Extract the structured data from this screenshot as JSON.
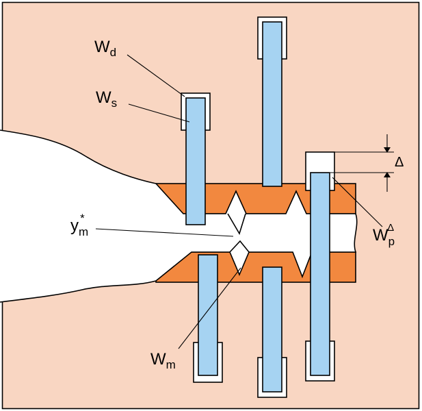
{
  "figure": {
    "labels": {
      "wd": {
        "main": "W",
        "sub": "d"
      },
      "ws": {
        "main": "W",
        "sub": "s"
      },
      "ym": {
        "main": "y",
        "sub": "m",
        "sup": "*"
      },
      "wm": {
        "main": "W",
        "sub": "m"
      },
      "wp": {
        "main": "W",
        "sub": "p",
        "sup": "Δ"
      },
      "delta": {
        "main": "Δ"
      }
    },
    "colors": {
      "background": "#f9d6c2",
      "band": "#f2883f",
      "pillar": "#a6d3f2",
      "sleeve": "#ffffff",
      "channel": "#ffffff",
      "outline": "#000000"
    }
  }
}
